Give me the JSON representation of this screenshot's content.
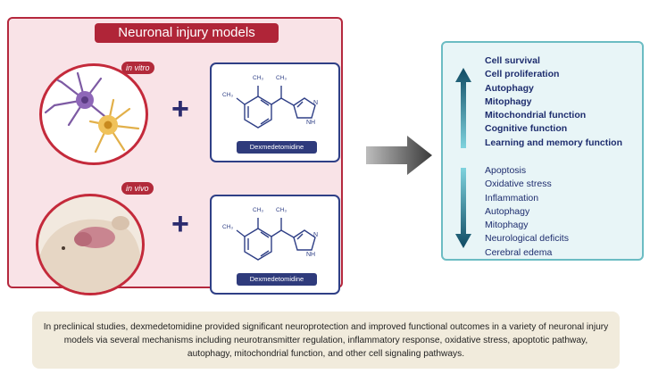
{
  "panel": {
    "title": "Neuronal injury models",
    "rows": [
      {
        "tag": "in vitro",
        "icon": "neurons-icon"
      },
      {
        "tag": "in vivo",
        "icon": "rat-brain-icon"
      }
    ],
    "plus": "+",
    "molecule": {
      "label": "Dexmedetomidine",
      "atom_ch3": "CH₃",
      "atom_nh": "NH",
      "atom_n": "N"
    }
  },
  "outcomes": {
    "increased": [
      "Cell survival",
      "Cell proliferation",
      "Autophagy",
      "Mitophagy",
      "Mitochondrial function",
      "Cognitive function",
      "Learning and memory function"
    ],
    "decreased": [
      "Apoptosis",
      "Oxidative stress",
      "Inflammation",
      "Autophagy",
      "Mitophagy",
      "Neurological deficits",
      "Cerebral edema"
    ]
  },
  "summary": "In preclinical studies, dexmedetomidine provided significant neuroprotection and improved functional outcomes in a variety of neuronal injury models via several mechanisms including neurotransmitter regulation, inflammatory response, oxidative stress, apoptotic pathway, autophagy, mitochondrial function, and other cell signaling pathways.",
  "colors": {
    "panel_border": "#b5283d",
    "panel_fill": "#f9e3e7",
    "accent_teal": "#6bbcc3",
    "navy": "#1e2d6e",
    "summary_fill": "#f1ebdc"
  }
}
